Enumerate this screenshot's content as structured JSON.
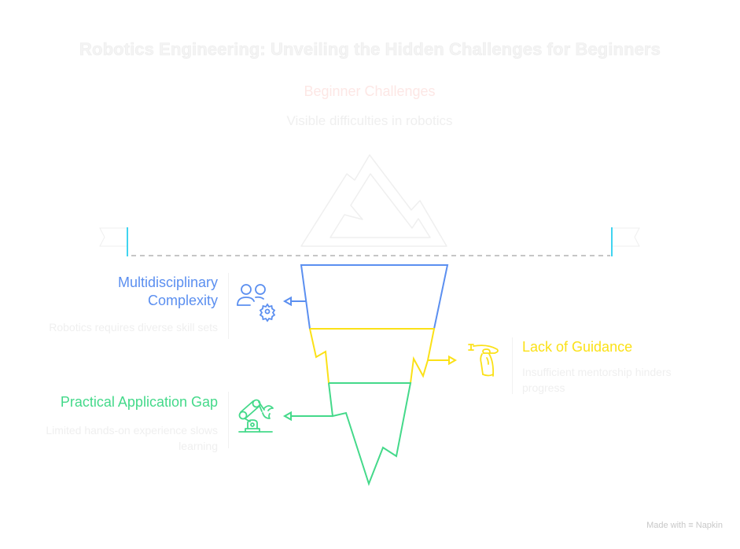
{
  "title": "Robotics Engineering: Unveiling the Hidden Challenges for Beginners",
  "tip": {
    "title": "Beginner Challenges",
    "description": "Visible difficulties in robotics",
    "color": "#fde7e5"
  },
  "layers": [
    {
      "id": "multidisciplinary",
      "title_lines": [
        "Multidisciplinary",
        "Complexity"
      ],
      "description": "Robotics requires diverse skill sets",
      "icon": "users-gear-icon",
      "color": "#5b8ff0"
    },
    {
      "id": "guidance",
      "title": "Lack of Guidance",
      "description_lines": [
        "Insufficient mentorship hinders",
        "progress"
      ],
      "icon": "hand-offering-icon",
      "color": "#fbe117"
    },
    {
      "id": "practical",
      "title": "Practical Application Gap",
      "description_lines": [
        "Limited hands-on experience slows",
        "learning"
      ],
      "icon": "robot-arm-icon",
      "color": "#44d98a"
    }
  ],
  "waterline_color": "#40d4f0",
  "footer": {
    "made_with": "Made with",
    "brand": "Napkin"
  }
}
